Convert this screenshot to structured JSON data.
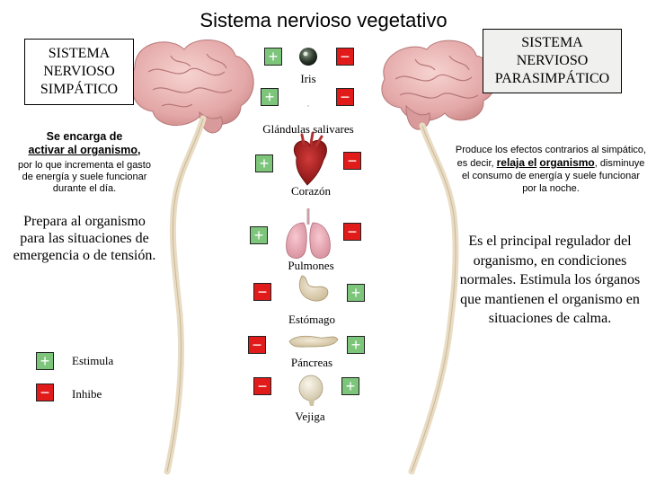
{
  "title": "Sistema nervioso vegetativo",
  "sympathetic": {
    "box_title": "SISTEMA\nNERVIOSO\nSIMPÁTICO",
    "heading_pre": "Se encarga de",
    "heading_underlined": "activar al organismo",
    "heading_post": ",",
    "description": "por lo que incrementa el gasto de energía y suele funcionar durante el día.",
    "prepares": "Prepara al organismo para las situaciones de emergencia o de tensión."
  },
  "parasympathetic": {
    "box_title": "SISTEMA\nNERVIOSO\nPARASIMPÁTICO",
    "desc_pre": "Produce los efectos contrarios al simpático, es decir,",
    "desc_bold1": "relaja el",
    "desc_bold2": "organismo",
    "desc_post": ", disminuye el consumo de energía y suele funcionar por la noche.",
    "main": "Es el principal regulador del organismo, en condiciones normales. Estimula los órganos que mantienen el organismo en situaciones de calma."
  },
  "legend": {
    "stimulates_symbol": "+",
    "stimulates_label": "Estimula",
    "inhibits_symbol": "−",
    "inhibits_label": "Inhibe"
  },
  "organs": [
    {
      "name": "Iris",
      "sympathetic": "+",
      "parasympathetic": "−",
      "icon": "eye-icon"
    },
    {
      "name": "Glándulas salivares",
      "sympathetic": "+",
      "parasympathetic": "−",
      "icon": "salivary-gland-icon"
    },
    {
      "name": "Corazón",
      "sympathetic": "+",
      "parasympathetic": "−",
      "icon": "heart-icon"
    },
    {
      "name": "Pulmones",
      "sympathetic": "+",
      "parasympathetic": "−",
      "icon": "lungs-icon"
    },
    {
      "name": "Estómago",
      "sympathetic": "−",
      "parasympathetic": "+",
      "icon": "stomach-icon"
    },
    {
      "name": "Páncreas",
      "sympathetic": "−",
      "parasympathetic": "+",
      "icon": "pancreas-icon"
    },
    {
      "name": "Vejiga",
      "sympathetic": "−",
      "parasympathetic": "+",
      "icon": "bladder-icon"
    }
  ],
  "colors": {
    "stimulate": "#7cc57a",
    "inhibit": "#e11a1a",
    "brain": "#e3a7a7",
    "spine": "#e9dcc4"
  }
}
